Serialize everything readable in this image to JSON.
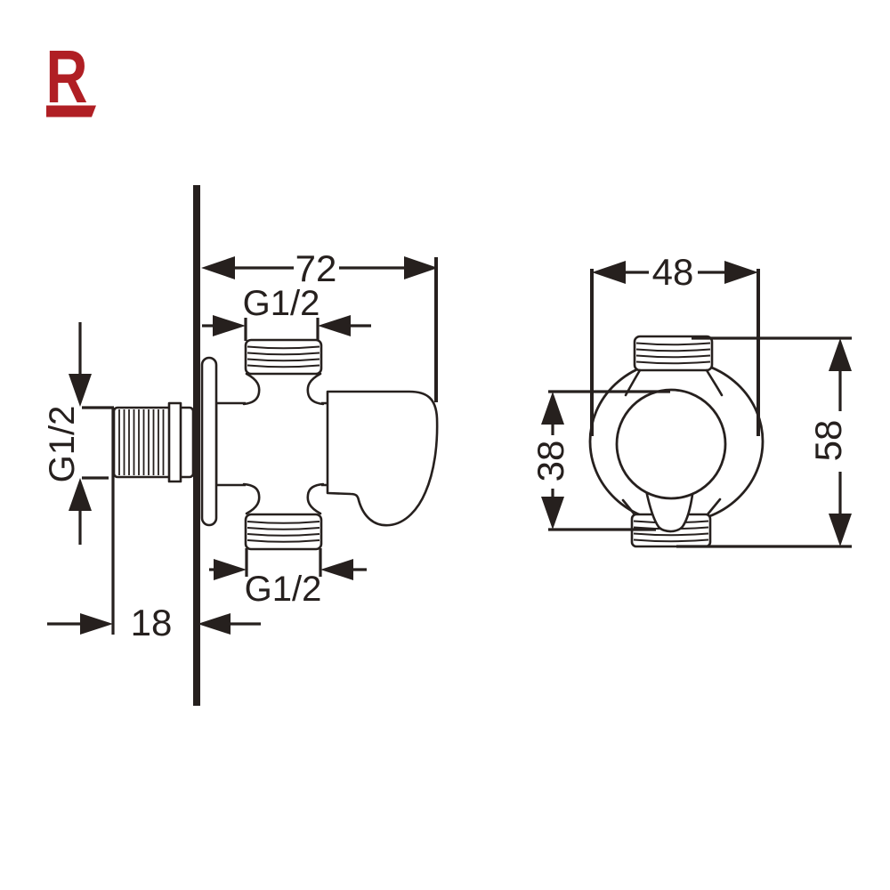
{
  "logo": {
    "text": "R",
    "color": "#b01f24"
  },
  "drawing": {
    "type": "technical-drawing",
    "subject": "wall-mounted angle valve, side view and front view",
    "line_color": "#26201e",
    "background_color": "#ffffff",
    "side_view": {
      "width_mm": "72",
      "top_outlet_thread": "G1/2",
      "inlet_thread": "G1/2",
      "bottom_outlet_thread": "G1/2",
      "wall_protrusion_mm": "18"
    },
    "front_view": {
      "width_mm": "48",
      "total_height_mm": "58",
      "body_height_mm": "38"
    }
  }
}
